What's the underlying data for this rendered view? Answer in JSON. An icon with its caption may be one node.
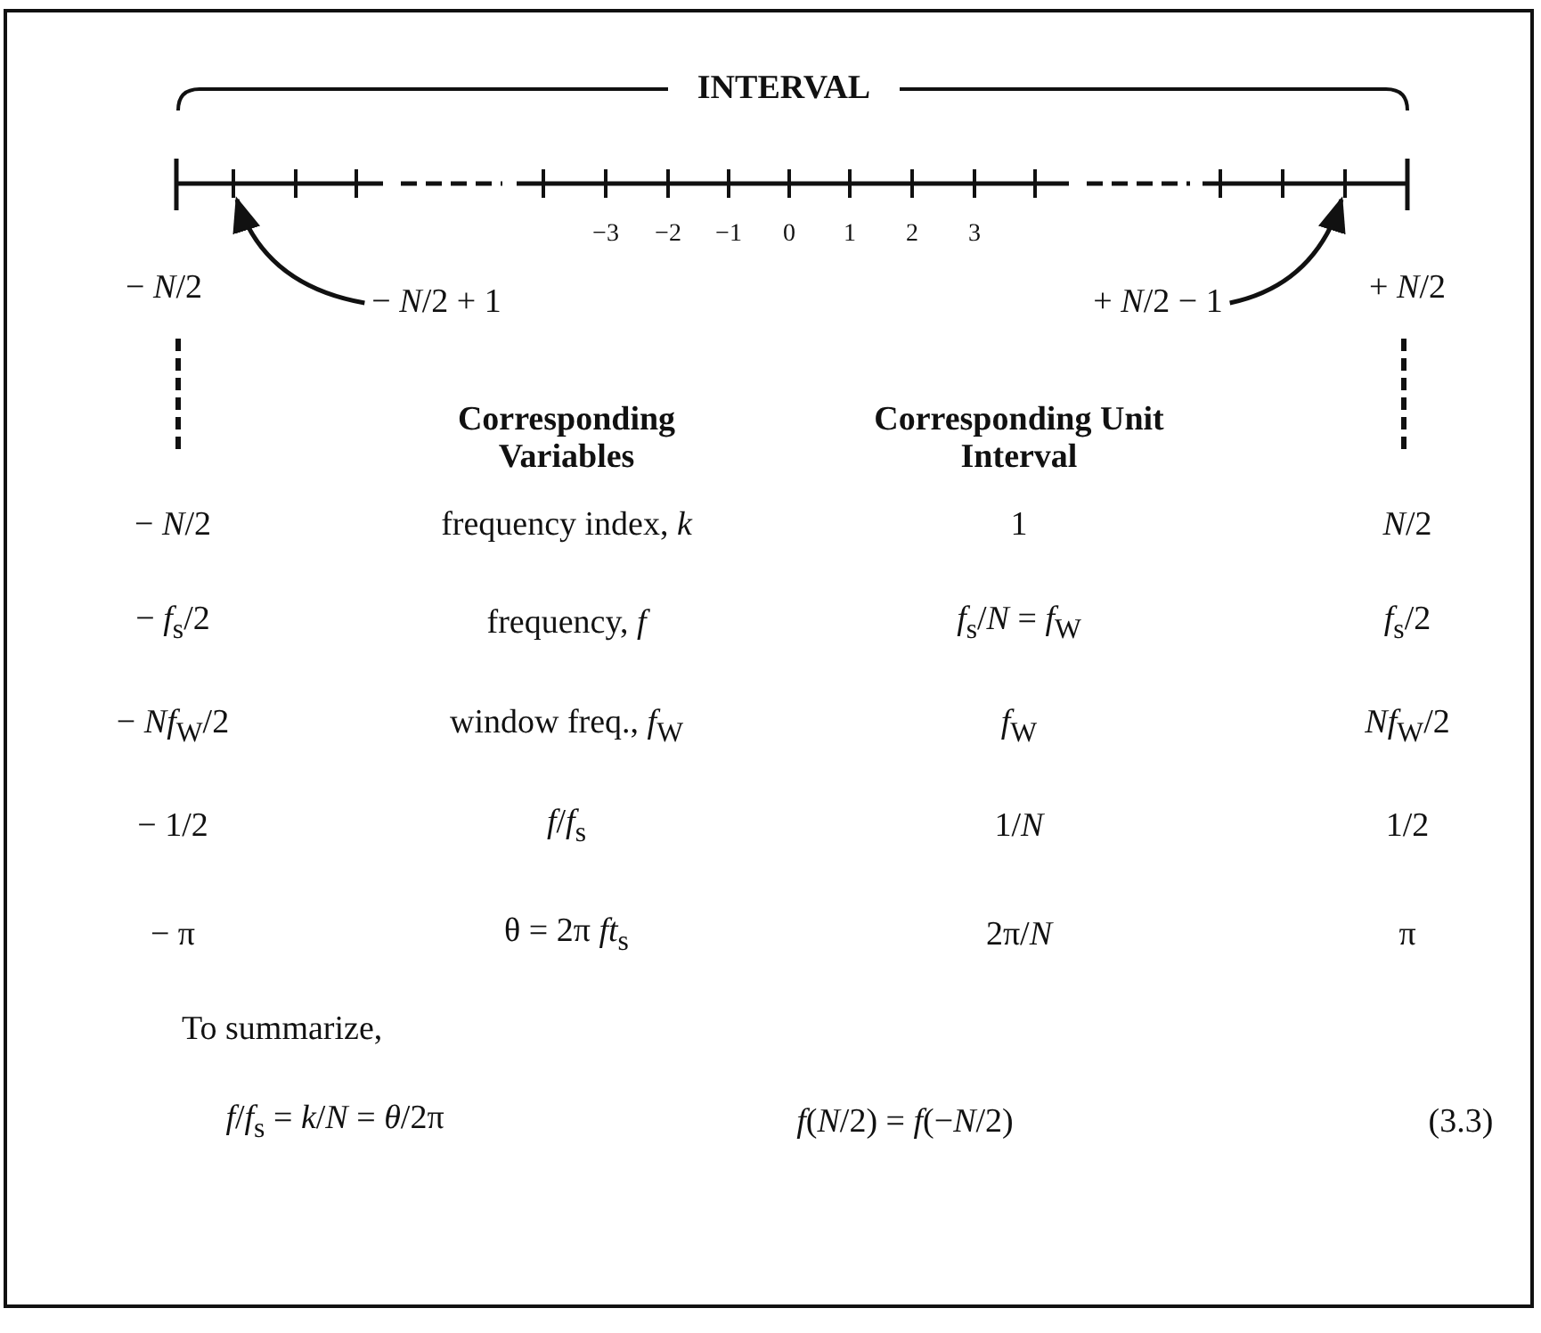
{
  "diagram": {
    "nodes": [
      {
        "text": [
          "− *N*/2 + 1"
        ]
      },
      {
        "text": [
          "+ *N*/2 − 1"
        ]
      }
    ],
    "edges": [
      {
        "from": 0,
        "to": null,
        "arrow": "to"
      },
      {
        "from": 1,
        "to": null,
        "arrow": "to"
      }
    ],
    "labels": [
      "INTERVAL",
      "−3",
      "−2",
      "−1",
      "0",
      "1",
      "2",
      "3",
      "− *N*/2",
      "+ *N*/2",
      "Corresponding Variables",
      "Corresponding Unit Interval",
      "− *N*/2",
      "frequency index, *k*",
      "1",
      "*N*/2",
      "− *f*$_{s}$/2",
      "frequency, *f*",
      "*f*$_{s}$/*N* = *f*$_{W}$",
      "*f*$_{s}$/2",
      "− *Nf*$_{W}$/2",
      "window freq., *f*$_{W}$",
      "*f*$_{W}$",
      "*Nf*$_{W}$/2",
      "− 1/2",
      "*f*/*f*$_{s}$",
      "1/*N*",
      "1/2",
      "− π",
      "θ = 2π *ft*$_{s}$",
      "2π/*N*",
      "π",
      "To summarize,",
      "*f*/*f*$_{s}$ = *k*/*N* = *θ*/2π",
      "*f*(*N*/2) = *f*(−*N*/2)",
      "(3.3)"
    ]
  }
}
